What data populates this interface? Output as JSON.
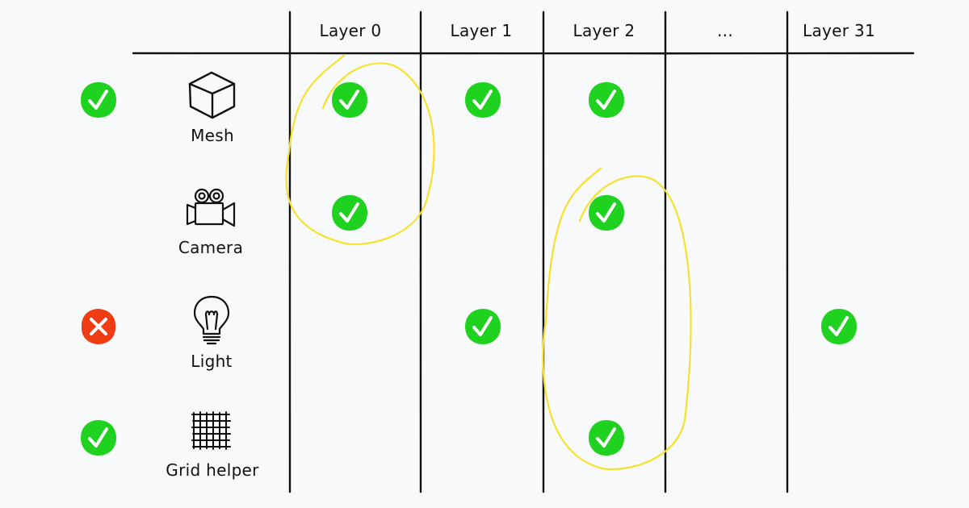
{
  "columns": [
    {
      "label": "Layer 0"
    },
    {
      "label": "Layer 1"
    },
    {
      "label": "Layer 2"
    },
    {
      "label": "..."
    },
    {
      "label": "Layer 31"
    }
  ],
  "rows": [
    {
      "label": "Mesh",
      "icon": "cube-icon",
      "status": "check",
      "layers": [
        true,
        true,
        true,
        false,
        false
      ]
    },
    {
      "label": "Camera",
      "icon": "movie-camera-icon",
      "status": "none",
      "layers": [
        true,
        false,
        true,
        false,
        false
      ]
    },
    {
      "label": "Light",
      "icon": "light-bulb-icon",
      "status": "cross",
      "layers": [
        false,
        true,
        false,
        false,
        true
      ]
    },
    {
      "label": "Grid helper",
      "icon": "grid-icon",
      "status": "check",
      "layers": [
        false,
        false,
        true,
        false,
        false
      ]
    }
  ],
  "highlights": [
    {
      "column": 0,
      "rows": [
        0,
        1
      ]
    },
    {
      "column": 2,
      "rows": [
        1,
        3
      ]
    }
  ],
  "colors": {
    "check": "#1fd21f",
    "cross": "#f03c12",
    "highlight": "#f6e12f",
    "line": "#111111",
    "background": "#f8f9fa"
  }
}
